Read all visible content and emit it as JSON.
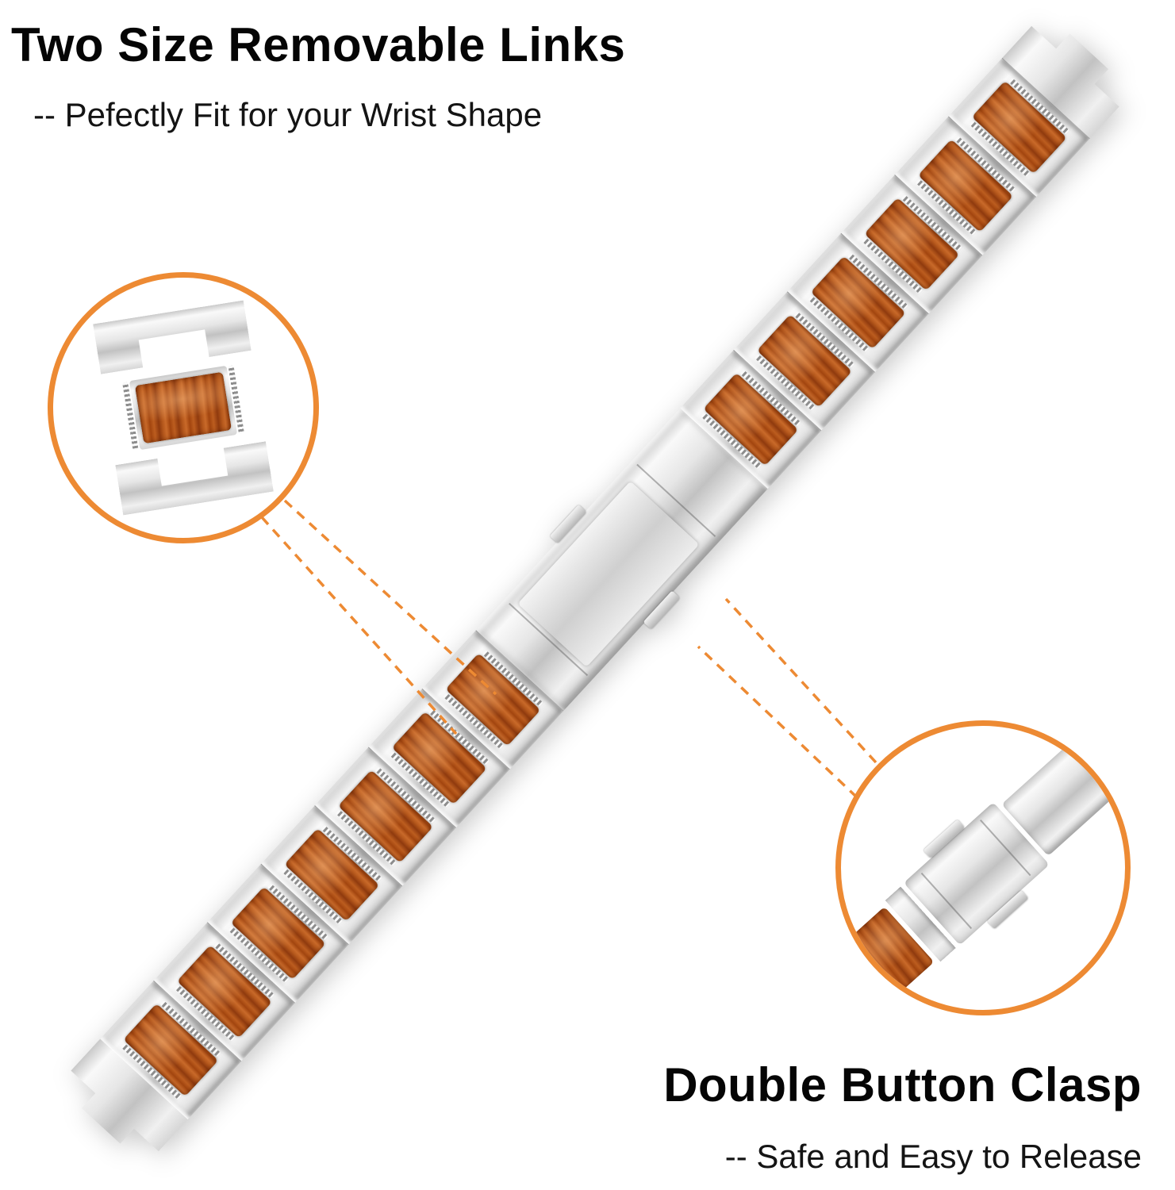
{
  "headings": {
    "top": {
      "title": "Two Size Removable Links",
      "subtitle": "-- Pefectly Fit for your Wrist Shape"
    },
    "bottom": {
      "title": "Double Button Clasp",
      "subtitle": "-- Safe and Easy to Release"
    }
  },
  "band": {
    "lower_link_count": 7,
    "upper_link_count": 6
  },
  "colors": {
    "accent_orange": "#ED8A33",
    "wood_brown": "#A8491B",
    "silver": "#D8D8D8",
    "text_black": "#050505",
    "background": "#FFFFFF"
  }
}
